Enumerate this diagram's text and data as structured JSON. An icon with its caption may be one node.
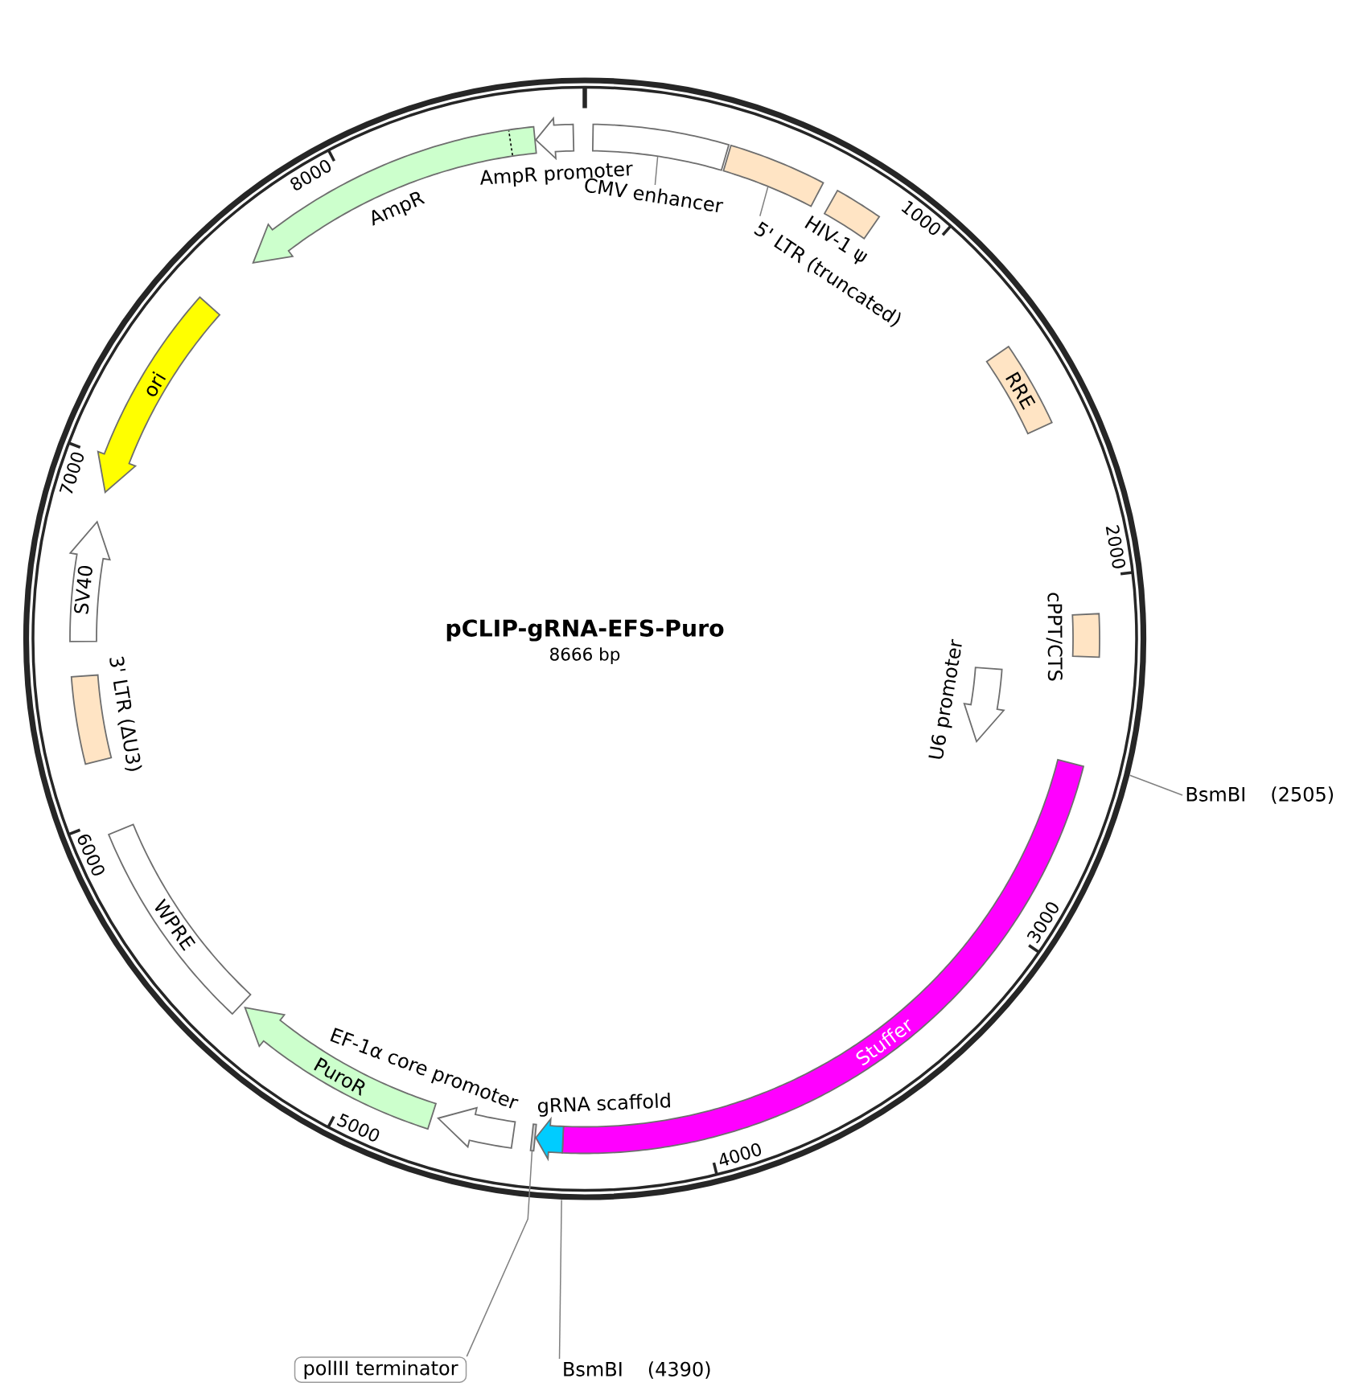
{
  "diagram": {
    "title": "pCLIP-gRNA-EFS-Puro",
    "nodes": [
      {
        "text": [],
        "shape": "box"
      },
      {
        "text": [
          "CMV enhancer"
        ]
      },
      {
        "text": [],
        "shape": "box"
      },
      {
        "text": [
          "5' LTR (truncated)"
        ]
      },
      {
        "text": [
          "HIV-1 ψ"
        ]
      },
      {
        "text": [
          "RRE"
        ]
      },
      {
        "text": [
          "cPPT/CTS"
        ]
      },
      {
        "text": [
          "U6 promoter"
        ]
      },
      {
        "text": [
          "Stuffer"
        ]
      },
      {
        "text": [
          "gRNA scaffold"
        ]
      },
      {
        "text": [],
        "shape": "bar"
      },
      {
        "text": [
          "polIII terminator"
        ]
      },
      {
        "text": [
          "EF-1α core promoter"
        ]
      },
      {
        "text": [
          "PuroR"
        ]
      },
      {
        "text": [
          "WPRE"
        ]
      },
      {
        "text": [
          "3' LTR (ΔU3)"
        ]
      },
      {
        "text": [
          "SV40"
        ]
      },
      {
        "text": [
          "ori"
        ]
      },
      {
        "text": [
          "AmpR"
        ]
      },
      {
        "text": [
          "AmpR promoter"
        ]
      },
      {
        "text": [
          "BsmBI",
          "(2505)"
        ]
      },
      {
        "text": [
          "BsmBI",
          "(4390)"
        ]
      }
    ],
    "edges": [
      {
        "from": 1,
        "to": 0,
        "arrow": "none"
      },
      {
        "from": 3,
        "to": 2,
        "arrow": "none"
      },
      {
        "from": 11,
        "to": 10,
        "arrow": "none"
      },
      {
        "from": 20,
        "to": null,
        "arrow": "none"
      },
      {
        "from": 21,
        "to": null,
        "arrow": "none"
      }
    ],
    "labels": [
      "8666 bp",
      "1000",
      "2000",
      "3000",
      "4000",
      "5000",
      "6000",
      "7000",
      "8000"
    ]
  }
}
